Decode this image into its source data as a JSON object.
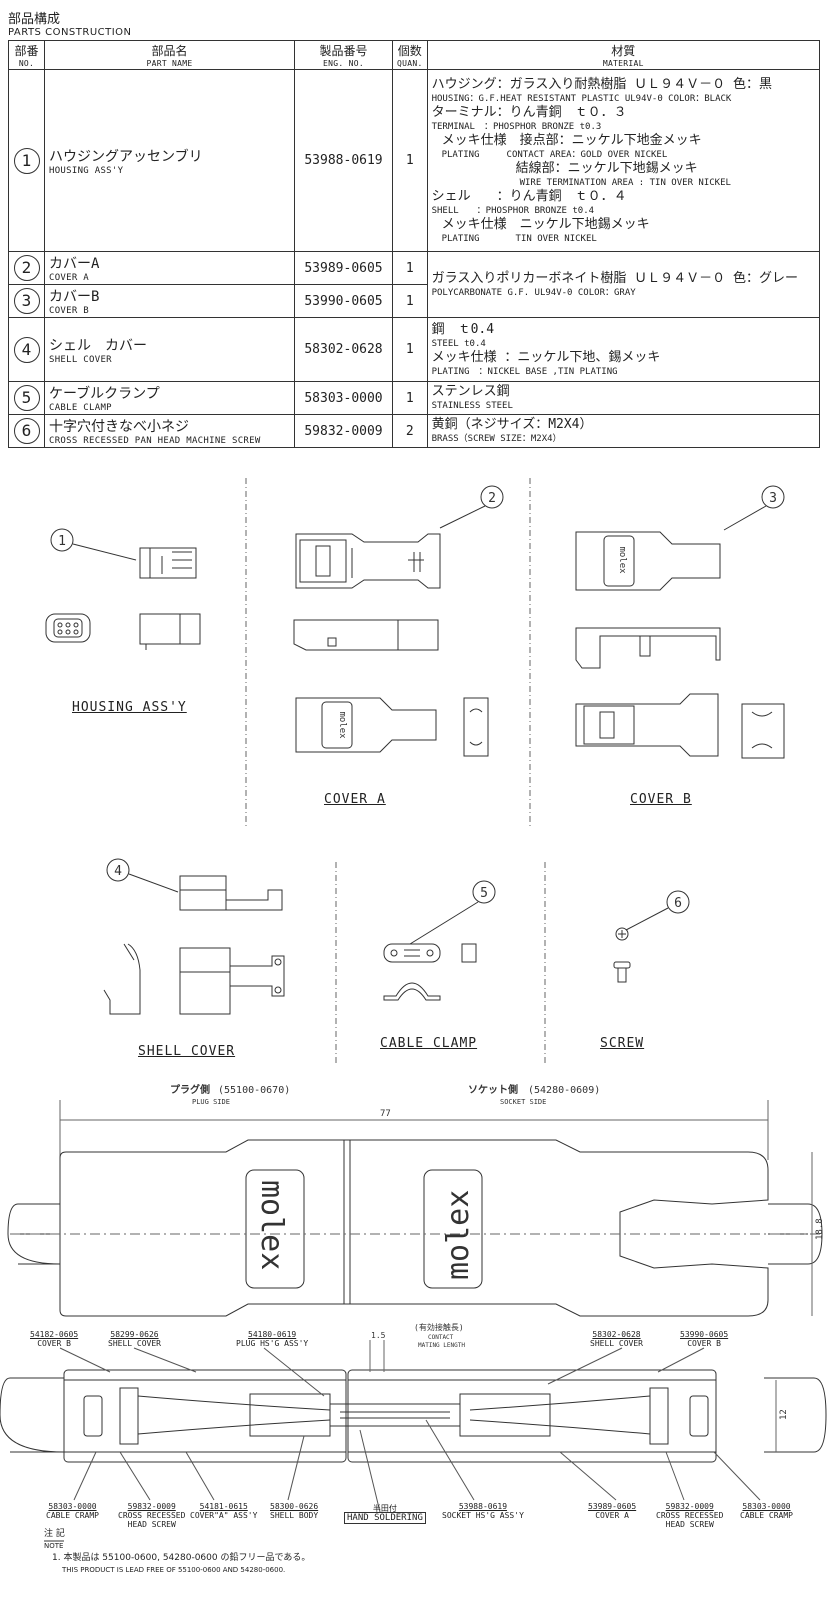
{
  "header": {
    "title_jp": "部品構成",
    "title_en": "PARTS CONSTRUCTION"
  },
  "table": {
    "columns": {
      "no_jp": "部番",
      "no_en": "NO.",
      "name_jp": "部品名",
      "name_en": "PART NAME",
      "eng_jp": "製品番号",
      "eng_en": "ENG. NO.",
      "qty_jp": "個数",
      "qty_en": "QUAN.",
      "mat_jp": "材質",
      "mat_en": "MATERIAL"
    },
    "rows": [
      {
        "no": "1",
        "name_jp": "ハウジングアッセンブリ",
        "name_en": "HOUSING ASS'Y",
        "eng": "53988-0619",
        "qty": "1"
      },
      {
        "no": "2",
        "name_jp": "カバーA",
        "name_en": "COVER A",
        "eng": "53989-0605",
        "qty": "1"
      },
      {
        "no": "3",
        "name_jp": "カバーB",
        "name_en": "COVER B",
        "eng": "53990-0605",
        "qty": "1"
      },
      {
        "no": "4",
        "name_jp": "シェル　カバー",
        "name_en": "SHELL COVER",
        "eng": "58302-0628",
        "qty": "1"
      },
      {
        "no": "5",
        "name_jp": "ケーブルクランプ",
        "name_en": "CABLE CLAMP",
        "eng": "58303-0000",
        "qty": "1"
      },
      {
        "no": "6",
        "name_jp": "十字穴付きなべ小ネジ",
        "name_en": "CROSS RECESSED PAN HEAD MACHINE SCREW",
        "eng": "59832-0009",
        "qty": "2"
      }
    ],
    "mat1": {
      "l1": "ハウジング：ガラス入り耐熱樹脂 ＵＬ９４Ｖ－０ 色：黒",
      "l2": "HOUSING：G.F.HEAT RESISTANT PLASTIC UL94V-0 COLOR：BLACK",
      "l3": "ターミナル：りん青銅　ｔ０．３",
      "l4": "TERMINAL　：PHOSPHOR BRONZE t0.3",
      "l5": "メッキ仕様　接点部：ニッケル下地金メッキ",
      "l6": "PLATING　　　CONTACT AREA：GOLD OVER NICKEL",
      "l7": "結線部：ニッケル下地錫メッキ",
      "l8": "WIRE TERMINATION AREA : TIN OVER NICKEL",
      "l9": "シェル　　：りん青銅　ｔ０．４",
      "l10": "SHELL　　：PHOSPHOR BRONZE t0.4",
      "l11": "メッキ仕様　ニッケル下地錫メッキ",
      "l12": "PLATING　　　　TIN OVER NICKEL"
    },
    "mat23": {
      "jp": "ガラス入りポリカーボネイト樹脂 ＵＬ９４Ｖ－０ 色：グレー",
      "en": "POLYCARBONATE G.F. UL94V-0 COLOR：GRAY"
    },
    "mat4": {
      "l1": "鋼　ｔ0.4",
      "l2": "STEEL t0.4",
      "l3": "メッキ仕様 ：ニッケル下地、錫メッキ",
      "l4": "PLATING　：NICKEL BASE ,TIN PLATING"
    },
    "mat5": {
      "jp": "ステンレス鋼",
      "en": "STAINLESS STEEL"
    },
    "mat6": {
      "jp": "黄銅（ネジサイズ：M2X4）",
      "en": "BRASS（SCREW SIZE：M2X4）"
    }
  },
  "views": {
    "housing": "HOUSING ASS'Y",
    "cover_a": "COVER A",
    "cover_b": "COVER B",
    "shell_cover": "SHELL COVER",
    "cable_clamp": "CABLE CLAMP",
    "screw": "SCREW",
    "callouts": [
      "1",
      "2",
      "3",
      "4",
      "5",
      "6"
    ],
    "brand": "molex"
  },
  "assembly": {
    "plug_jp": "プラグ側",
    "plug_no": "(55100-0670)",
    "plug_en": "PLUG SIDE",
    "socket_jp": "ソケット側",
    "socket_no": "(54280-0609)",
    "socket_en": "SOCKET SIDE",
    "dim_len": "77",
    "dim_h": "18.8",
    "dim_w": "12",
    "dim_15": "1.5",
    "mating_jp": "(有効接触長)",
    "mating_en1": "CONTACT",
    "mating_en2": "MATING LENGTH",
    "top_callouts": [
      {
        "no": "54182-0605",
        "en": "COVER B"
      },
      {
        "no": "58299-0626",
        "en": "SHELL COVER"
      },
      {
        "no": "54180-0619",
        "en": "PLUG HS'G ASS'Y"
      },
      {
        "no": "58302-0628",
        "en": "SHELL COVER"
      },
      {
        "no": "53990-0605",
        "en": "COVER B"
      }
    ],
    "bottom_callouts": [
      {
        "no": "58303-0000",
        "en": "CABLE CRAMP"
      },
      {
        "no": "59832-0009",
        "en": "CROSS RECESSED",
        "en2": "HEAD SCREW"
      },
      {
        "no": "54181-0615",
        "en": "COVER\"A\" ASS'Y"
      },
      {
        "no": "58300-0626",
        "en": "SHELL BODY"
      },
      {
        "no": "53988-0619",
        "en": "SOCKET HS'G ASS'Y"
      },
      {
        "no": "53989-0605",
        "en": "COVER A"
      },
      {
        "no": "59832-0009",
        "en": "CROSS RECESSED",
        "en2": "HEAD SCREW"
      },
      {
        "no": "58303-0000",
        "en": "CABLE CRAMP"
      }
    ],
    "solder_jp": "半田付",
    "solder_en": "HAND SOLDERING"
  },
  "note": {
    "title_jp": "注 記",
    "title_en": "NOTE",
    "l1": "1. 本製品は 55100-0600, 54280-0600 の鉛フリー品である。",
    "l2": "THIS PRODUCT IS LEAD FREE OF 55100-0600 AND 54280-0600."
  }
}
